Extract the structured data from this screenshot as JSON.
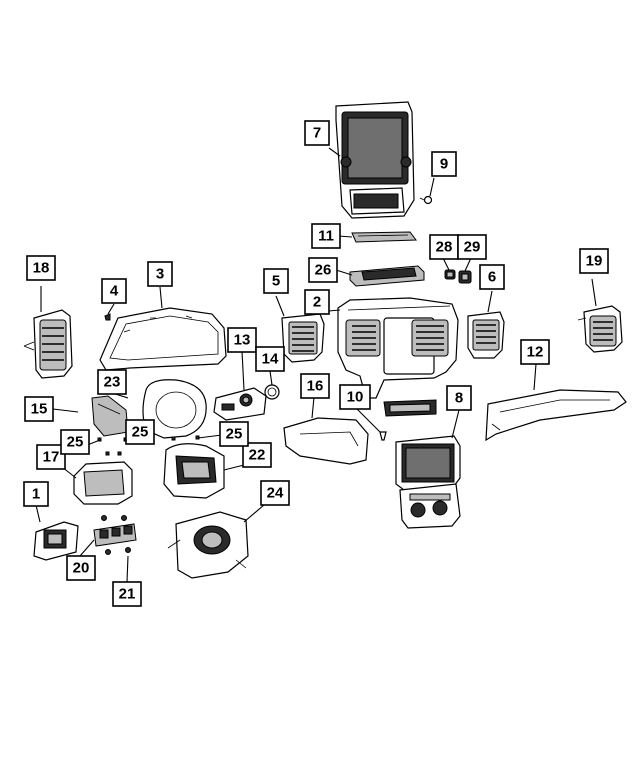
{
  "diagram": {
    "callouts": [
      {
        "id": "c1",
        "label": "1"
      },
      {
        "id": "c2",
        "label": "2"
      },
      {
        "id": "c3",
        "label": "3"
      },
      {
        "id": "c4",
        "label": "4"
      },
      {
        "id": "c5",
        "label": "5"
      },
      {
        "id": "c6",
        "label": "6"
      },
      {
        "id": "c7",
        "label": "7"
      },
      {
        "id": "c8",
        "label": "8"
      },
      {
        "id": "c9",
        "label": "9"
      },
      {
        "id": "c10",
        "label": "10"
      },
      {
        "id": "c11",
        "label": "11"
      },
      {
        "id": "c12",
        "label": "12"
      },
      {
        "id": "c13",
        "label": "13"
      },
      {
        "id": "c14",
        "label": "14"
      },
      {
        "id": "c15",
        "label": "15"
      },
      {
        "id": "c16",
        "label": "16"
      },
      {
        "id": "c17",
        "label": "17"
      },
      {
        "id": "c18",
        "label": "18"
      },
      {
        "id": "c19",
        "label": "19"
      },
      {
        "id": "c20",
        "label": "20"
      },
      {
        "id": "c21",
        "label": "21"
      },
      {
        "id": "c22",
        "label": "22"
      },
      {
        "id": "c23",
        "label": "23"
      },
      {
        "id": "c24",
        "label": "24"
      },
      {
        "id": "c25a",
        "label": "25"
      },
      {
        "id": "c25b",
        "label": "25"
      },
      {
        "id": "c25c",
        "label": "25"
      },
      {
        "id": "c26",
        "label": "26"
      },
      {
        "id": "c28",
        "label": "28"
      },
      {
        "id": "c29",
        "label": "29"
      }
    ]
  }
}
